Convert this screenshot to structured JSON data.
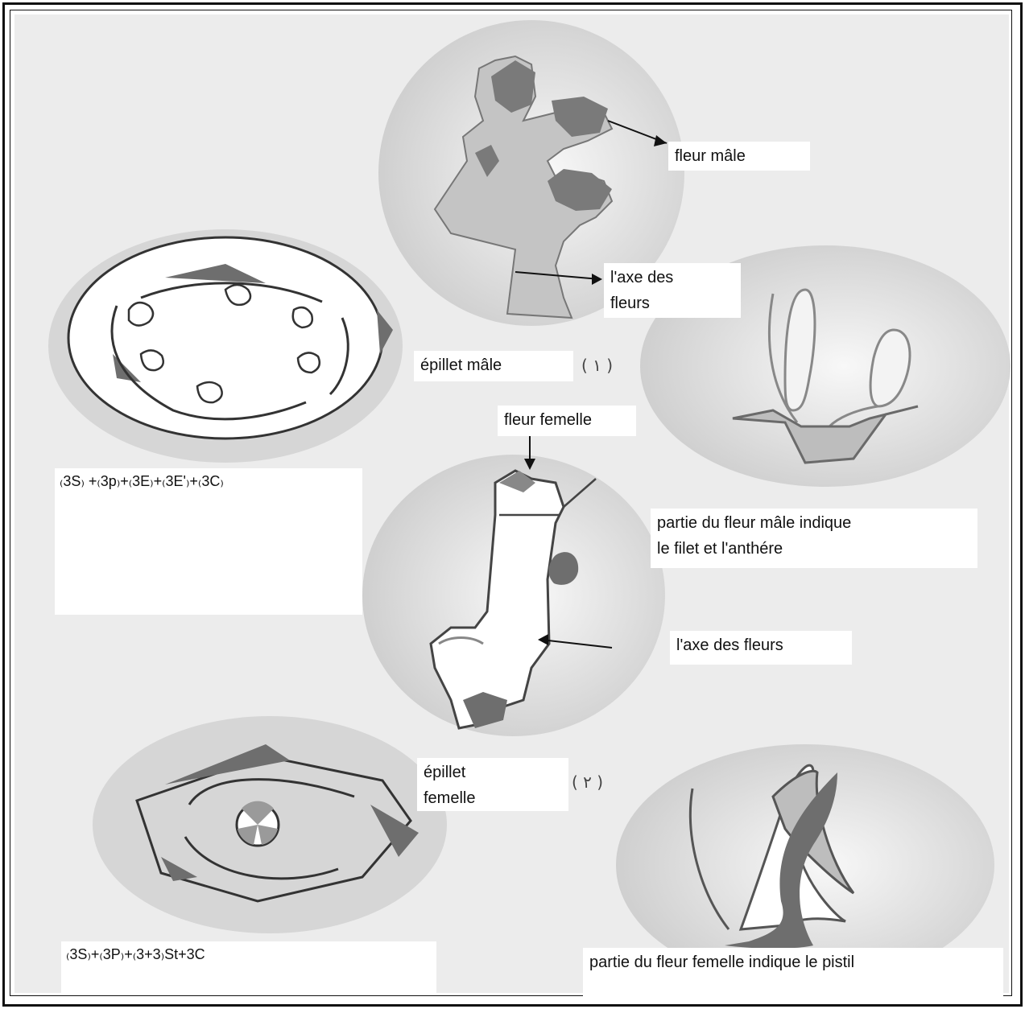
{
  "labels": {
    "fleur_male": "fleur mâle",
    "axe_des_fleurs_1": "l'axe des\nfleurs",
    "epillet_male": "épillet mâle",
    "numero_1": "( ١ )",
    "fleur_femelle": "fleur femelle",
    "partie_fleur_male": "partie du fleur mâle indique\nle filet et l'anthére",
    "axe_des_fleurs_2": "l'axe des fleurs",
    "epillet_femelle": "épillet\nfemelle",
    "numero_2": "( ٢ )",
    "partie_fleur_femelle": "partie du fleur femelle indique le pistil"
  },
  "formulas": {
    "male": "₍3S₎ +₍3p₎+₍3E₎+₍3E'₎+₍3C₎",
    "female": "₍3S₎+₍3P₎+₍3+3₎St+3C"
  },
  "colors": {
    "background": "#ececec",
    "circle": "#d9d9d9",
    "petal": "#bdbdbd",
    "dark": "#6e6e6e",
    "line": "#3a3a3a"
  }
}
